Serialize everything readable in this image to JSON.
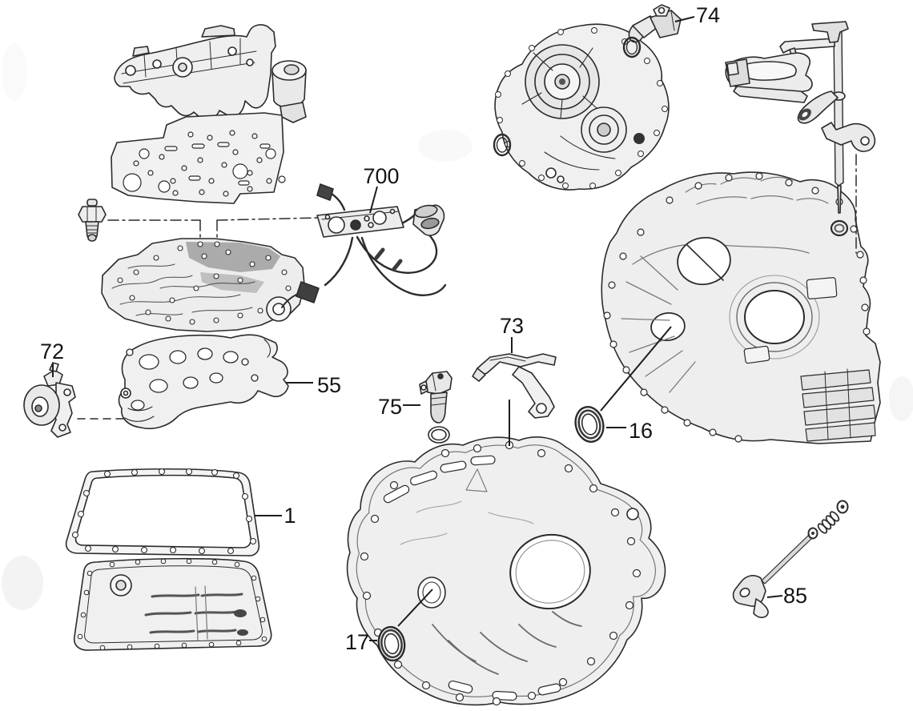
{
  "diagram": {
    "kind": "exploded-parts-diagram",
    "background_color": "#ffffff",
    "line_color": "#2b2b2b",
    "label_color": "#141414",
    "callouts": [
      {
        "number": "1"
      },
      {
        "number": "16"
      },
      {
        "number": "17"
      },
      {
        "number": "55"
      },
      {
        "number": "72"
      },
      {
        "number": "73"
      },
      {
        "number": "74"
      },
      {
        "number": "75"
      },
      {
        "number": "85"
      },
      {
        "number": "700"
      }
    ]
  }
}
